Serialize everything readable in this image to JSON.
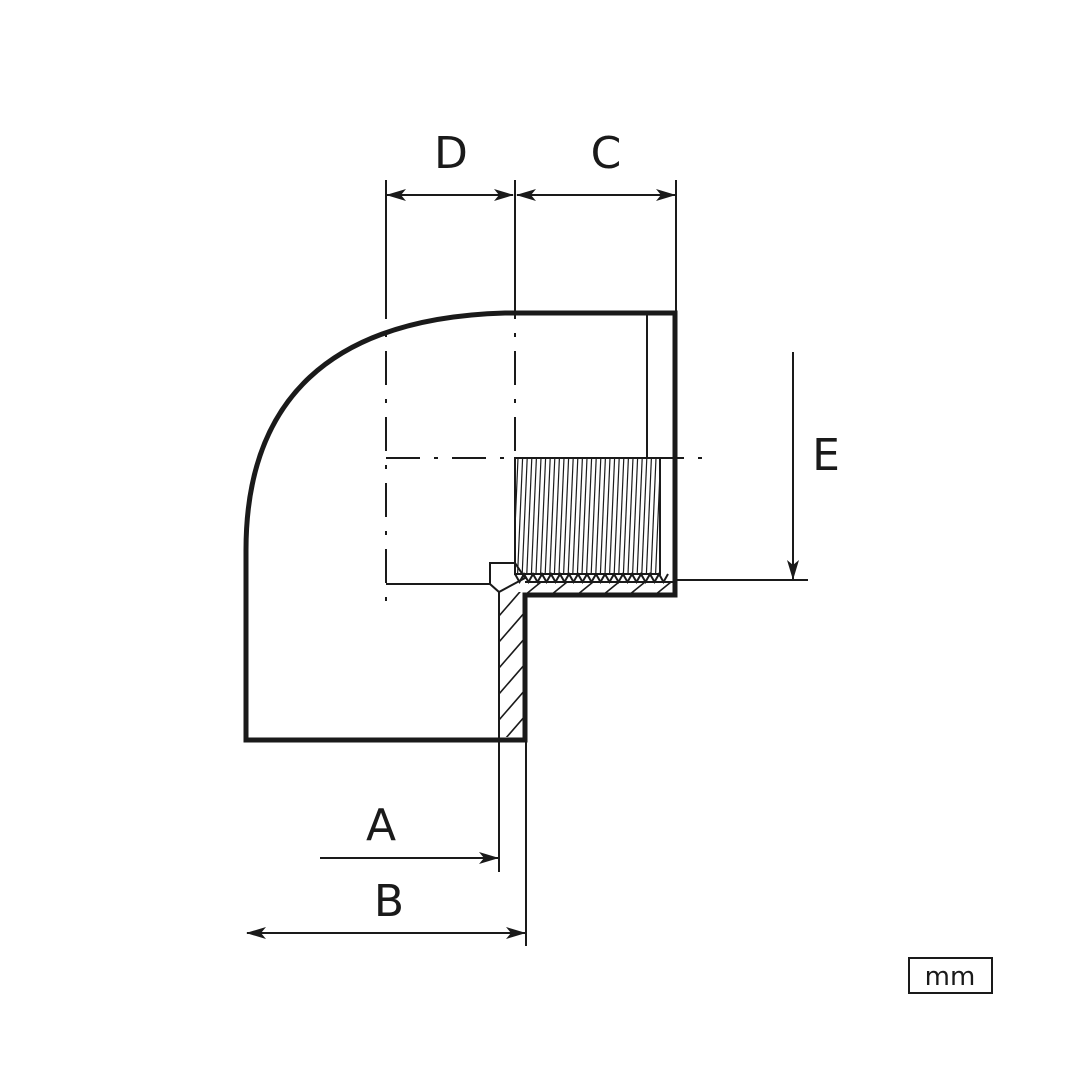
{
  "labels": {
    "a": "A",
    "b": "B",
    "c": "C",
    "d": "D",
    "e": "E"
  },
  "unit": "mm",
  "colors": {
    "line": "#1a1a1a",
    "background": "#ffffff"
  }
}
